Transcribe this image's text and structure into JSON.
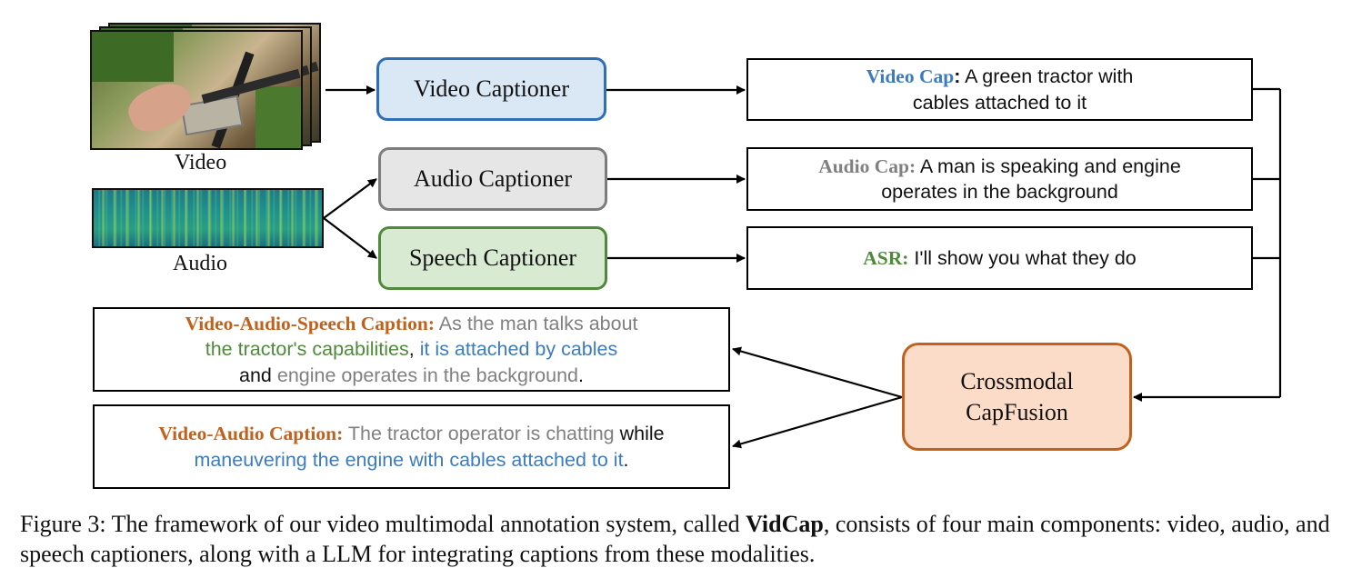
{
  "inputs": {
    "video_label": "Video",
    "audio_label": "Audio"
  },
  "captioners": {
    "video": "Video Captioner",
    "audio": "Audio Captioner",
    "speech": "Speech Captioner"
  },
  "fusion": {
    "line1": "Crossmodal",
    "line2": "CapFusion"
  },
  "captions": {
    "video_cap": {
      "tag": "Video Cap",
      "colon": ":",
      "line1": " A green tractor with",
      "line2": "cables attached to it"
    },
    "audio_cap": {
      "tag": "Audio Cap:",
      "line1": " A man is speaking and engine",
      "line2": "operates in the background"
    },
    "asr": {
      "tag": "ASR:",
      "line1": " I'll show you what they do"
    },
    "video_audio_speech": {
      "tag": "Video-Audio-Speech Caption:",
      "part1": " As the man talks about",
      "part2": "the tractor's capabilities",
      "part3": ", ",
      "part4": "it is attached by cables",
      "part5": "and ",
      "part6": "engine operates in the background",
      "part7": "."
    },
    "video_audio": {
      "tag": "Video-Audio Caption:",
      "part1": " The tractor operator is chatting",
      "part2": " while",
      "part3": "maneuvering the engine with cables attached to it",
      "part4": "."
    }
  },
  "figure_caption": {
    "prefix": "Figure 3: The framework of our video multimodal annotation system, called ",
    "bold": "VidCap",
    "suffix": ", consists of four main components: video, audio, and speech captioners, along with a LLM for integrating captions from these modalities."
  },
  "colors": {
    "video_blue": "#3d7bbf",
    "audio_gray": "#808080",
    "speech_green": "#4f8a3a",
    "fusion_orange": "#c0621e"
  }
}
